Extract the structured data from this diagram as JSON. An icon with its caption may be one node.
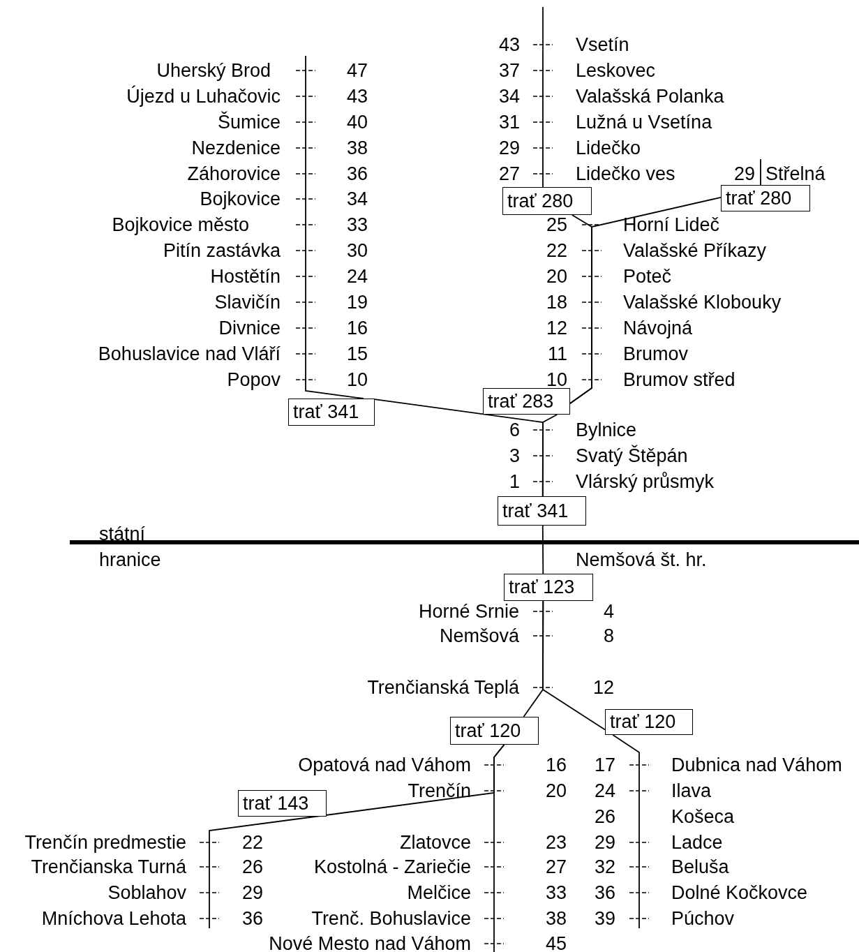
{
  "diagram": {
    "nodes": [
      {
        "text": [
          "trať 280"
        ]
      },
      {
        "text": [
          "trať 280"
        ]
      },
      {
        "text": [
          "trať 283"
        ]
      },
      {
        "text": [
          "trať 341"
        ]
      },
      {
        "text": [
          "trať 341"
        ]
      },
      {
        "text": [
          "trať 123"
        ]
      },
      {
        "text": [
          "trať 120"
        ]
      },
      {
        "text": [
          "trať 120"
        ]
      },
      {
        "text": [
          "trať 143"
        ]
      }
    ],
    "edges": [
      {
        "from": null,
        "to": 0,
        "arrow": "none"
      },
      {
        "from": null,
        "to": 1,
        "arrow": "none"
      },
      {
        "from": 0,
        "to": 2,
        "arrow": "none"
      },
      {
        "from": 1,
        "to": 2,
        "arrow": "none"
      },
      {
        "from": 2,
        "to": 4,
        "arrow": "none"
      },
      {
        "from": null,
        "to": 3,
        "arrow": "none"
      },
      {
        "from": 3,
        "to": 4,
        "arrow": "none"
      },
      {
        "from": 4,
        "to": 5,
        "arrow": "none"
      },
      {
        "from": 5,
        "to": 6,
        "arrow": "none"
      },
      {
        "from": 5,
        "to": 7,
        "arrow": "none"
      },
      {
        "from": 6,
        "to": null,
        "arrow": "none"
      },
      {
        "from": 7,
        "to": null,
        "arrow": "none"
      },
      {
        "from": 6,
        "to": 8,
        "arrow": "none"
      },
      {
        "from": 8,
        "to": null,
        "arrow": "none"
      }
    ],
    "labels": [
      "43",
      "Vsetín",
      "Uherský Brod",
      "47",
      "37",
      "Leskovec",
      "Újezd u Luhačovic",
      "43",
      "34",
      "Valašská Polanka",
      "Šumice",
      "40",
      "31",
      "Lužná u Vsetína",
      "Nezdenice",
      "38",
      "29",
      "Lidečko",
      "Záhorovice",
      "36",
      "27",
      "Lidečko ves",
      "29",
      "Střelná",
      "Bojkovice",
      "34",
      "Bojkovice město",
      "33",
      "25",
      "Horní Lideč",
      "Pitín zastávka",
      "30",
      "22",
      "Valašské Příkazy",
      "Hostětín",
      "24",
      "20",
      "Poteč",
      "Slavičín",
      "19",
      "18",
      "Valašské Klobouky",
      "Divnice",
      "16",
      "12",
      "Návojná",
      "Bohuslavice nad Vláří",
      "15",
      "11",
      "Brumov",
      "Popov",
      "10",
      "10",
      "Brumov střed",
      "6",
      "Bylnice",
      "3",
      "Svatý Štěpán",
      "1",
      "Vlárský průsmyk",
      "státní",
      "hranice",
      "Nemšová št. hr.",
      "Horné Srnie",
      "4",
      "Nemšová",
      "8",
      "Trenčianská Teplá",
      "12",
      "Opatová nad Váhom",
      "16",
      "17",
      "Dubnica nad Váhom",
      "Trenčín",
      "20",
      "24",
      "Ilava",
      "26",
      "Košeca",
      "Trenčín predmestie",
      "22",
      "Zlatovce",
      "23",
      "29",
      "Ladce",
      "Trenčianska Turná",
      "26",
      "Kostolná - Zariečie",
      "27",
      "32",
      "Beluša",
      "Soblahov",
      "29",
      "Melčice",
      "33",
      "36",
      "Dolné Kočkovce",
      "Mníchova Lehota",
      "36",
      "Trenč. Bohuslavice",
      "38",
      "39",
      "Púchov",
      "Nové Mesto nad Váhom",
      "45"
    ]
  }
}
